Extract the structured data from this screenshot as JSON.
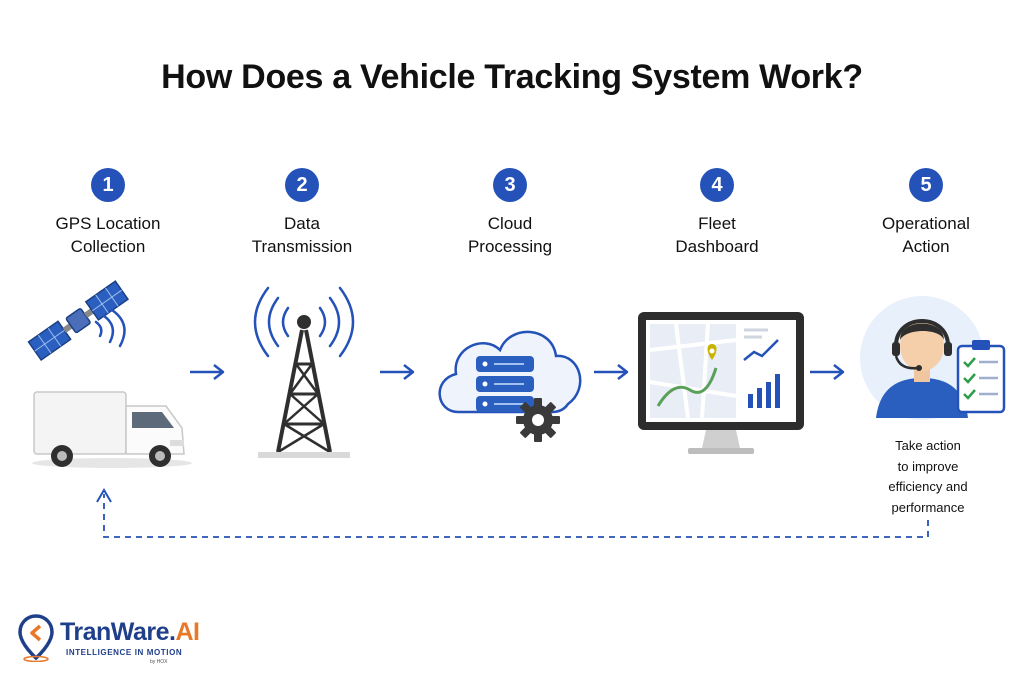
{
  "title": "How Does a Vehicle Tracking System Work?",
  "steps": [
    {
      "number": "1",
      "label": "GPS Location\nCollection",
      "icon": "satellite-truck-icon"
    },
    {
      "number": "2",
      "label": "Data\nTransmission",
      "icon": "cell-tower-icon"
    },
    {
      "number": "3",
      "label": "Cloud\nProcessing",
      "icon": "cloud-server-icon"
    },
    {
      "number": "4",
      "label": "Fleet\nDashboard",
      "icon": "monitor-dashboard-icon"
    },
    {
      "number": "5",
      "label": "Operational\nAction",
      "icon": "operator-checklist-icon"
    }
  ],
  "action_note": "Take action\nto improve\nefficiency and\nperformance",
  "colors": {
    "accent": "#2452b8",
    "brand_blue": "#1f3f8a",
    "brand_orange": "#e8792a"
  },
  "brand": {
    "name_part1": "TranWare.",
    "name_part2": "AI",
    "tagline": "INTELLIGENCE IN MOTION",
    "by": "by HOX"
  }
}
